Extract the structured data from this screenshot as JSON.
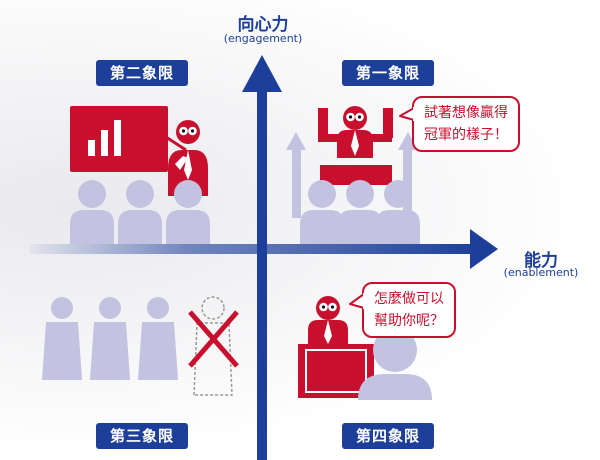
{
  "axes": {
    "vertical": {
      "title": "向心力",
      "subtitle": "(engagement)"
    },
    "horizontal": {
      "title": "能力",
      "subtitle": "(enablement)"
    }
  },
  "quadrants": [
    {
      "label": "第一象限",
      "bubble": [
        "試著想像贏得",
        "冠軍的樣子！"
      ]
    },
    {
      "label": "第二象限"
    },
    {
      "label": "第三象限"
    },
    {
      "label": "第四象限",
      "bubble": [
        "怎麼做可以",
        "幫助你呢？"
      ]
    }
  ],
  "colors": {
    "axis": "#1d3f9a",
    "accent": "#c8102e",
    "person": "#c3c2e0",
    "label_bg": "#1d3f9a"
  }
}
